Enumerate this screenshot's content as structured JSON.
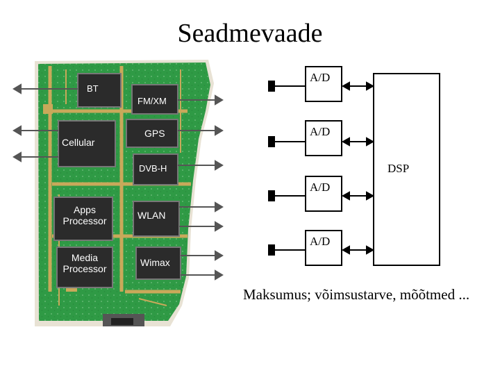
{
  "title": "Seadmevaade",
  "board": {
    "chips": {
      "bt": "BT",
      "fmxm": "FM/XM",
      "cellular": "Cellular",
      "gps": "GPS",
      "dvbh": "DVB-H",
      "apps_line1": "Apps",
      "apps_line2": "Processor",
      "wlan": "WLAN",
      "media_line1": "Media",
      "media_line2": "Processor",
      "wimax": "Wimax"
    }
  },
  "block_diagram": {
    "adc_labels": [
      "A/D",
      "A/D",
      "A/D",
      "A/D"
    ],
    "dsp_label": "DSP"
  },
  "caption": "Maksumus; võimsustarve, mõõtmed ...",
  "colors": {
    "pcb_green": "#2f9a45",
    "pcb_trace_gold": "#c9a95a",
    "chip": "#2b2b2b"
  }
}
